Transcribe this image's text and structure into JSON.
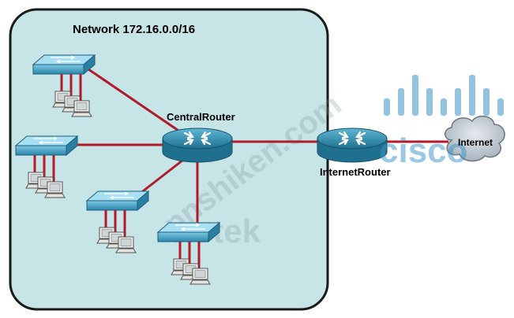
{
  "diagram": {
    "network_label": "Network 172.16.0.0/16",
    "central_router_label": "CentralRouter",
    "internet_router_label": "InternetRouter",
    "internet_label": "Internet",
    "colors": {
      "zone_fill": "#c7e4e6",
      "zone_border": "#1a1a1a",
      "link": "#b11a2a",
      "router": "#2f93b5",
      "switch": "#3d9fc4",
      "cloud": "#b9c4cc"
    }
  },
  "watermarks": {
    "site": "pnshiken.com",
    "brand": "cisco",
    "company": "notek"
  }
}
